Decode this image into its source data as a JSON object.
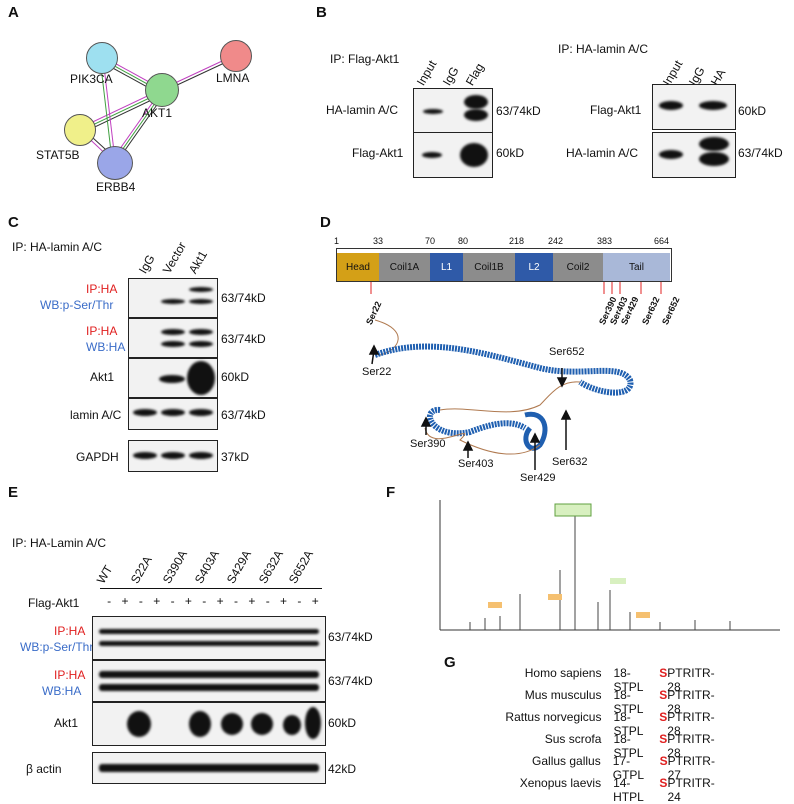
{
  "panels": {
    "a": "A",
    "b": "B",
    "c": "C",
    "d": "D",
    "e": "E",
    "f": "F",
    "g": "G"
  },
  "network": {
    "nodes": [
      "PIK3CA",
      "AKT1",
      "LMNA",
      "STAT5B",
      "ERBB4"
    ]
  },
  "b_left": {
    "ip": "IP: Flag-Akt1",
    "lanes": [
      "Input",
      "IgG",
      "Flag"
    ],
    "rows": [
      {
        "label": "HA-lamin A/C",
        "size": "63/74kD"
      },
      {
        "label": "Flag-Akt1",
        "size": "60kD"
      }
    ]
  },
  "b_right": {
    "ip": "IP: HA-lamin A/C",
    "lanes": [
      "Input",
      "IgG",
      "HA"
    ],
    "rows": [
      {
        "label": "Flag-Akt1",
        "size": "60kD"
      },
      {
        "label": "HA-lamin A/C",
        "size": "63/74kD"
      }
    ]
  },
  "c": {
    "ip": "IP: HA-lamin A/C",
    "lanes": [
      "IgG",
      "Vector",
      "Akt1"
    ],
    "rows": [
      {
        "l1": "IP:HA",
        "l2": "WB:p-Ser/Thr",
        "size": "63/74kD"
      },
      {
        "l1": "IP:HA",
        "l2": "WB:HA",
        "size": "63/74kD"
      },
      {
        "label": "Akt1",
        "size": "60kD"
      },
      {
        "label": "lamin A/C",
        "size": "63/74kD"
      },
      {
        "label": "GAPDH",
        "size": "37kD"
      }
    ]
  },
  "d": {
    "ticks": [
      "1",
      "33",
      "70",
      "80",
      "218",
      "242",
      "383",
      "664"
    ],
    "domains": [
      "Head",
      "Coil1A",
      "L1",
      "Coil1B",
      "L2",
      "Coil2",
      "Tail"
    ],
    "sites": [
      "Ser22",
      "Ser390",
      "Ser403",
      "Ser429",
      "Ser632",
      "Ser652"
    ],
    "structure_labels": [
      "Ser22",
      "Ser652",
      "Ser390",
      "Ser403",
      "Ser429",
      "Ser632"
    ]
  },
  "e": {
    "ip": "IP: HA-Lamin A/C",
    "lanes": [
      "WT",
      "S22A",
      "S390A",
      "S403A",
      "S429A",
      "S632A",
      "S652A"
    ],
    "flag_label": "Flag-Akt1",
    "signs": [
      "-",
      "+",
      "-",
      "+",
      "-",
      "+",
      "-",
      "+",
      "-",
      "+",
      "-",
      "+",
      "-",
      "+"
    ],
    "rows": [
      {
        "l1": "IP:HA",
        "l2": "WB:p-Ser/Thr",
        "size": "63/74kD"
      },
      {
        "l1": "IP:HA",
        "l2": "WB:HA",
        "size": "63/74kD"
      },
      {
        "label": "Akt1",
        "size": "60kD"
      },
      {
        "label": "β actin",
        "size": "42kD"
      }
    ]
  },
  "g": {
    "rows": [
      {
        "species": "Homo sapiens",
        "pre": "18-STPL",
        "s": "S",
        "post": "PTRITR-28"
      },
      {
        "species": "Mus musculus",
        "pre": "18-STPL",
        "s": "S",
        "post": "PTRITR-28"
      },
      {
        "species": "Rattus norvegicus",
        "pre": "18-STPL",
        "s": "S",
        "post": "PTRITR-28"
      },
      {
        "species": "Sus scrofa",
        "pre": "18-STPL",
        "s": "S",
        "post": "PTRITR-28"
      },
      {
        "species": "Gallus gallus",
        "pre": "17-GTPL",
        "s": "S",
        "post": "PTRITR-27"
      },
      {
        "species": "Xenopus laevis",
        "pre": "14-HTPL",
        "s": "S",
        "post": "PTRITR-24"
      }
    ]
  },
  "colors": {
    "red": "#e02020",
    "blue": "#3a6cc8",
    "head": "#d4a017",
    "coil": "#8c8c8c",
    "linker": "#2f5aa8",
    "tail": "#a9b8d8"
  }
}
